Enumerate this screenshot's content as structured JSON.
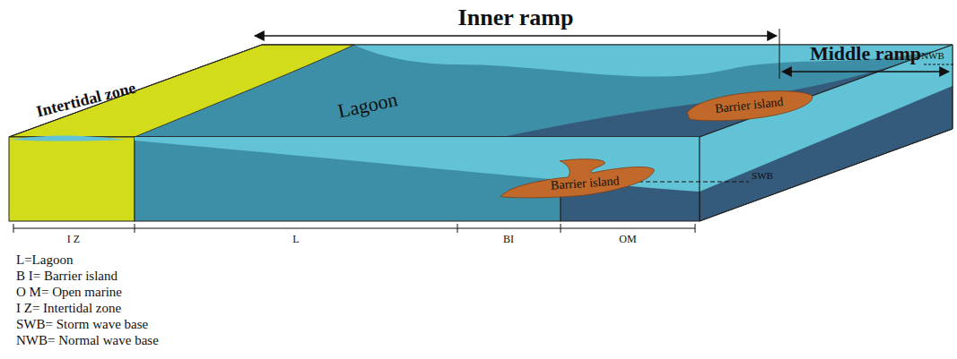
{
  "diagram": {
    "nodes": [
      {
        "text": [
          "Barrier island"
        ]
      },
      {
        "text": [
          "Barrier island"
        ]
      }
    ],
    "labels": [
      "Inner ramp",
      "Middle ramp",
      "Intertidal zone",
      "Lagoon",
      "NWB",
      "SWB",
      "I Z",
      "L",
      "BI",
      "OM",
      "L=Lagoon",
      "B I= Barrier island",
      "O M= Open marine",
      "I Z= Intertidal zone",
      "SWB= Storm wave base",
      "NWB= Normal wave base"
    ]
  }
}
